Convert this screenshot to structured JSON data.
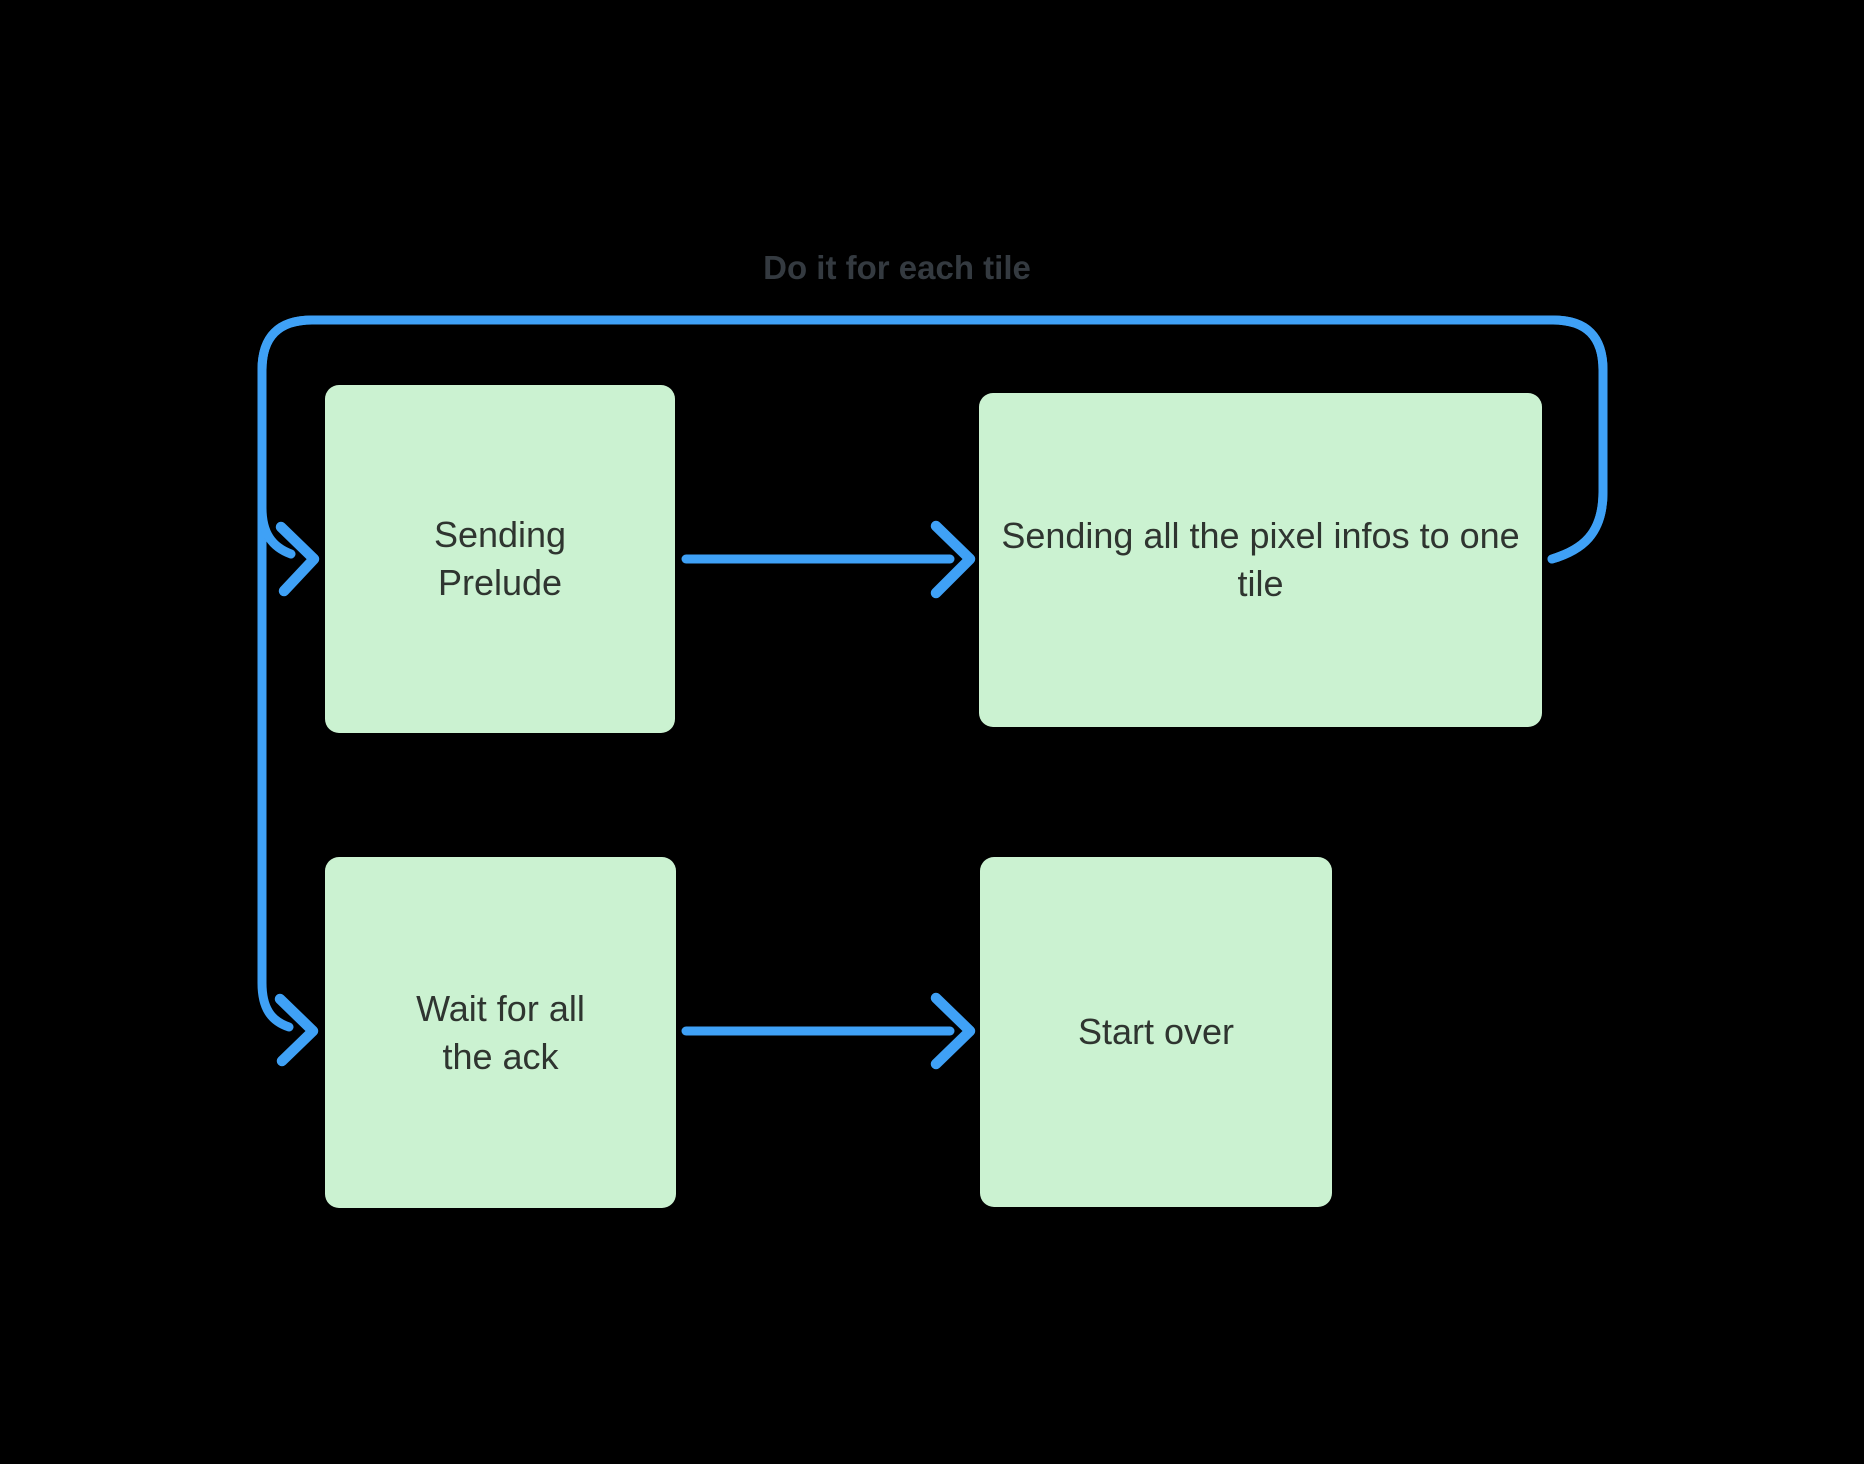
{
  "canvas": {
    "background": "#000000"
  },
  "loop": {
    "label": "Do it for each tile",
    "label_color": "#343a40"
  },
  "arrows": {
    "color": "#3fa1f6",
    "connections": [
      "sending-prelude -> sending-pixel-infos",
      "wait-for-ack -> start-over",
      "sending-pixel-infos -> sending-prelude (loop: Do it for each tile)",
      "sending-pixel-infos -> wait-for-ack"
    ]
  },
  "node_style": {
    "fill": "#cbf2d1",
    "text_color": "#2f3530"
  },
  "nodes": [
    {
      "id": "sending-prelude",
      "label": "Sending\nPrelude"
    },
    {
      "id": "sending-pixel-infos",
      "label": "Sending all the pixel infos to one\ntile"
    },
    {
      "id": "wait-for-ack",
      "label": "Wait for all\nthe ack"
    },
    {
      "id": "start-over",
      "label": "Start over"
    }
  ]
}
